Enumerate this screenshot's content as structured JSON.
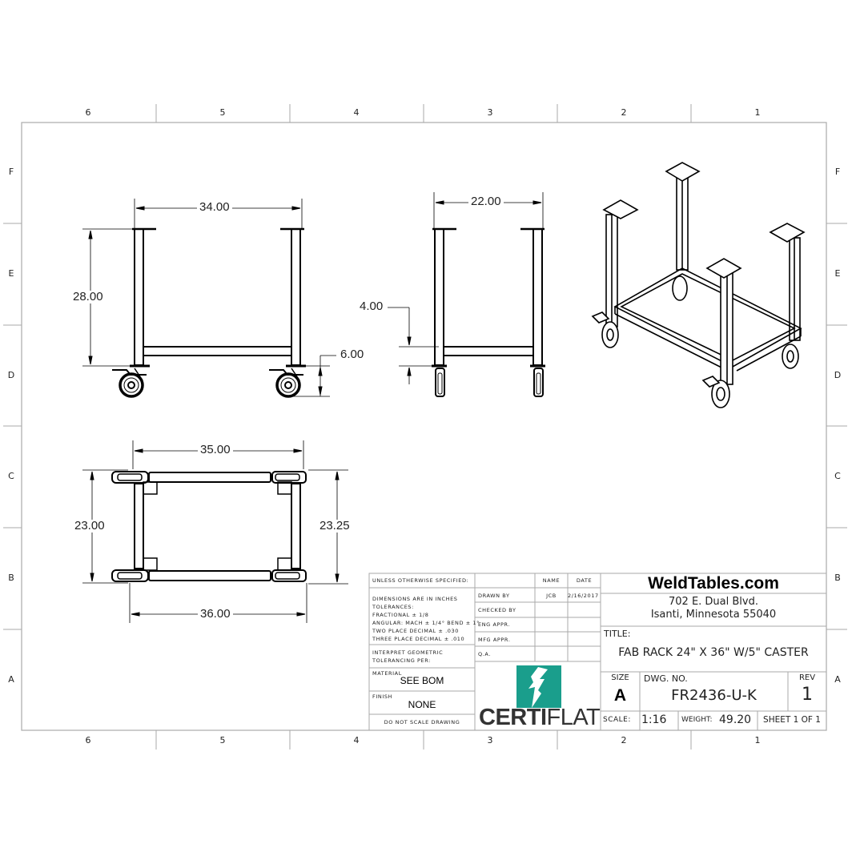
{
  "sheet": {
    "column_zones": [
      "6",
      "5",
      "4",
      "3",
      "2",
      "1"
    ],
    "row_zones": [
      "F",
      "E",
      "D",
      "C",
      "B",
      "A"
    ]
  },
  "front_view": {
    "width_dim": "34.00",
    "height_dim": "28.00",
    "caster_dim": "6.00"
  },
  "side_view": {
    "width_dim": "22.00",
    "shelf_dim": "4.00"
  },
  "top_view": {
    "inner_width_dim": "35.00",
    "outer_width_dim": "36.00",
    "left_depth_dim": "23.00",
    "right_depth_dim": "23.25"
  },
  "title_block": {
    "unless_specified": "UNLESS OTHERWISE SPECIFIED:",
    "tolerances": [
      "DIMENSIONS ARE IN INCHES",
      "TOLERANCES:",
      "FRACTIONAL ± 1/8",
      "ANGULAR: MACH ± 1/4° BEND ± 1°",
      "TWO PLACE DECIMAL   ± .030",
      "THREE PLACE DECIMAL  ± .010"
    ],
    "geometric": [
      "INTERPRET GEOMETRIC",
      "TOLERANCING PER:"
    ],
    "material_label": "MATERIAL",
    "material_value": "SEE BOM",
    "finish_label": "FINISH",
    "finish_value": "NONE",
    "do_not_scale": "DO NOT SCALE DRAWING",
    "approvals": {
      "name_header": "NAME",
      "date_header": "DATE",
      "rows": [
        {
          "label": "DRAWN BY",
          "name": "JCB",
          "date": "2/16/2017"
        },
        {
          "label": "CHECKED BY",
          "name": "",
          "date": ""
        },
        {
          "label": "ENG APPR.",
          "name": "",
          "date": ""
        },
        {
          "label": "MFG APPR.",
          "name": "",
          "date": ""
        },
        {
          "label": "Q.A.",
          "name": "",
          "date": ""
        }
      ]
    },
    "logo": {
      "text_bold": "CERTI",
      "text_light": "FLAT",
      "color": "#1a9e8c"
    },
    "company": "WeldTables.com",
    "address_line1": "702 E. Dual Blvd.",
    "address_line2": "Isanti, Minnesota 55040",
    "title_label": "TITLE:",
    "title_value": "FAB RACK 24\" X 36\" W/5\" CASTER",
    "size_label": "SIZE",
    "size_value": "A",
    "dwg_no_label": "DWG.  NO.",
    "dwg_no_value": "FR2436-U-K",
    "rev_label": "REV",
    "rev_value": "1",
    "scale_label": "SCALE:",
    "scale_value": "1:16",
    "weight_label": "WEIGHT:",
    "weight_value": "49.20",
    "sheet_value": "SHEET 1 OF 1"
  }
}
